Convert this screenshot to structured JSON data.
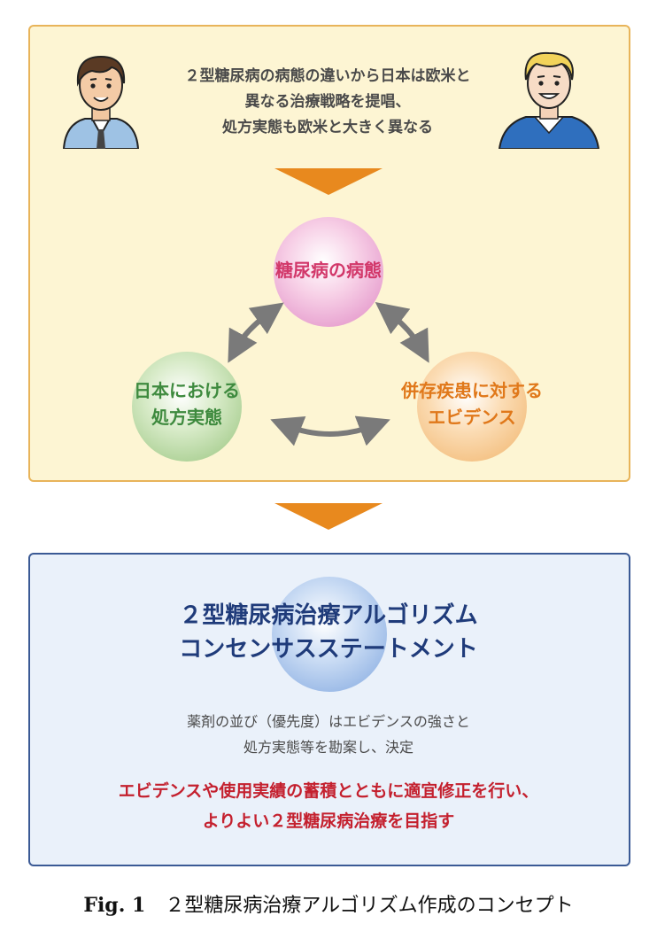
{
  "colors": {
    "top_panel_bg": "#fdf5d3",
    "top_panel_border": "#e8b45a",
    "bottom_panel_bg": "#eaf1fa",
    "bottom_panel_border": "#3b5a95",
    "arrow_orange": "#e8891e",
    "pathophysiology_text": "#d2386a",
    "prescription_text": "#3e8a3e",
    "evidence_text": "#e0781a",
    "algorithm_title": "#1f3b7a",
    "emphasis_red": "#c4202e"
  },
  "icons": {
    "left_person": "japanese-doctor-icon",
    "right_person": "western-doctor-icon"
  },
  "intro": {
    "lines": [
      "２型糖尿病の病態の違いから日本は欧米と",
      "異なる治療戦略を提唱、",
      "処方実態も欧米と大きく異なる"
    ]
  },
  "cycle": {
    "pathophysiology": "糖尿病の病態",
    "prescription": [
      "日本における",
      "処方実態"
    ],
    "evidence": [
      "併存疾患に対する",
      "エビデンス"
    ]
  },
  "algorithm": {
    "title": [
      "２型糖尿病治療アルゴリズム",
      "コンセンサスステートメント"
    ],
    "description": [
      "薬剤の並び（優先度）はエビデンスの強さと",
      "処方実態等を勘案し、決定"
    ],
    "note": [
      "エビデンスや使用実績の蓄積とともに適宜修正を行い、",
      "よりよい２型糖尿病治療を目指す"
    ]
  },
  "caption": {
    "figure": "Fig. 1",
    "text": "２型糖尿病治療アルゴリズム作成のコンセプト"
  }
}
